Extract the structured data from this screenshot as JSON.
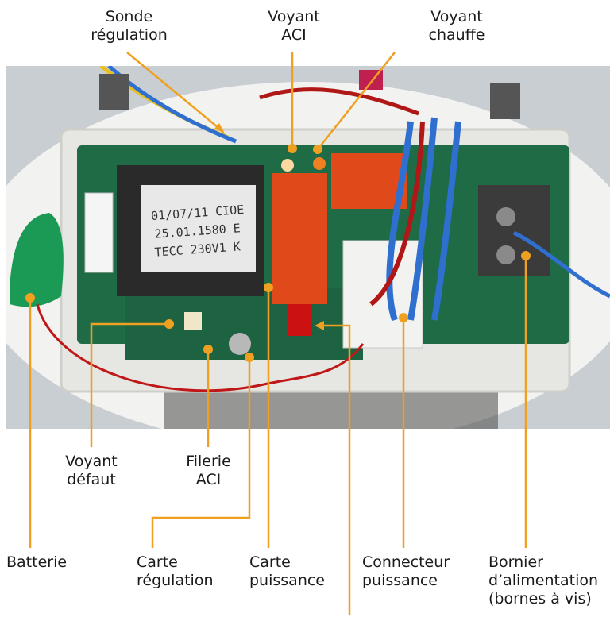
{
  "labels": {
    "sonde": "Sonde\nrégulation",
    "voyant_aci": "Voyant\nACI",
    "voyant_chauffe": "Voyant\nchauffe",
    "voyant_defaut": "Voyant\ndéfaut",
    "filerie_aci": "Filerie\nACI",
    "batterie": "Batterie",
    "carte_regulation": "Carte\nrégulation",
    "carte_puissance": "Carte\npuissance",
    "connecteur": "Connecteur\npuissance",
    "bornier": "Bornier\nd’alimentation\n(bornes à vis)"
  },
  "display_text": {
    "line1": "01/07/11 CIOE",
    "line2": "25.01.1580 E",
    "line3": "TECC 230V1 K"
  },
  "colors": {
    "leader": "#f0a020",
    "pcb": "#1f6b45",
    "relay": "#e04a1a",
    "wire_blue": "#2f6fd0",
    "wire_red": "#b01818"
  }
}
